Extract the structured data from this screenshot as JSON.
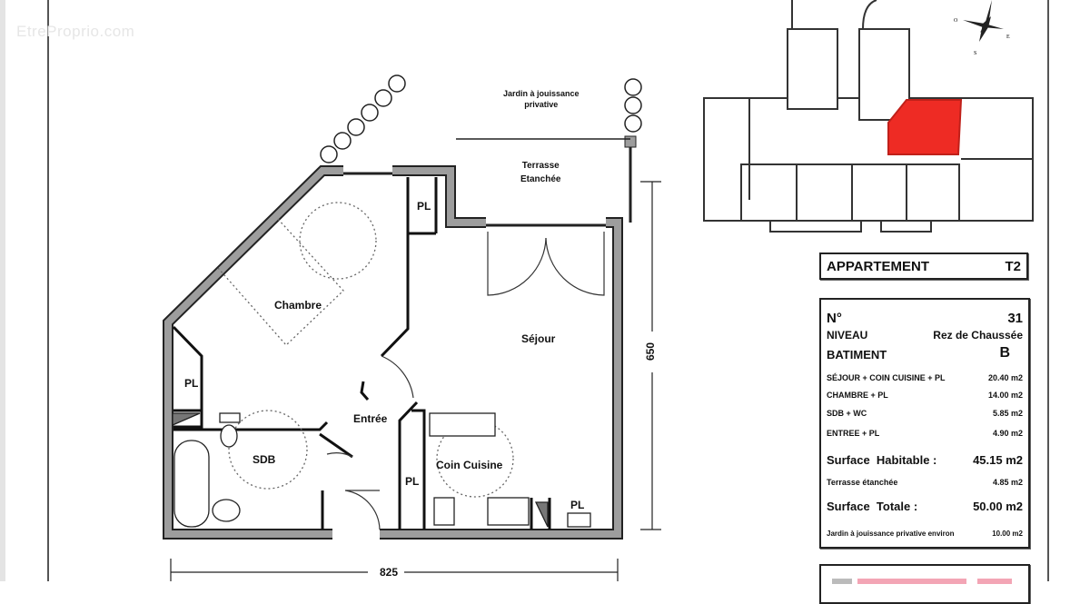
{
  "watermark": "EtreProprio.com",
  "plan": {
    "rooms": {
      "chambre": "Chambre",
      "sejour": "Séjour",
      "entree": "Entrée",
      "sdb": "SDB",
      "coin_cuisine": "Coin Cuisine",
      "terrasse": "Terrasse\nEtanchée",
      "jardin": "Jardin à jouissance\nprivative",
      "pl": "PL"
    },
    "dimensions": {
      "width": "825",
      "height": "650"
    }
  },
  "compass": {
    "west": "O",
    "east": "E",
    "south": "S"
  },
  "highlight_color": "#ee2b24",
  "info": {
    "title": "APPARTEMENT",
    "type": "T2",
    "number_label": "N°",
    "number": "31",
    "niveau_label": "NIVEAU",
    "niveau": "Rez de Chaussée",
    "batiment_label": "BATIMENT",
    "batiment": "B",
    "areas": [
      {
        "label": "SÉJOUR + COIN CUISINE + PL",
        "value": "20.40 m2"
      },
      {
        "label": "CHAMBRE + PL",
        "value": "14.00 m2"
      },
      {
        "label": "SDB + WC",
        "value": "5.85 m2"
      },
      {
        "label": "ENTREE + PL",
        "value": "4.90 m2"
      }
    ],
    "surface_habitable_label": "Surface  Habitable :",
    "surface_habitable": "45.15 m2",
    "terrasse_label": "Terrasse étanchée",
    "terrasse": "4.85 m2",
    "surface_totale_label": "Surface  Totale :",
    "surface_totale": "50.00 m2",
    "jardin_label": "Jardin à jouissance privative environ",
    "jardin": "10.00 m2"
  }
}
